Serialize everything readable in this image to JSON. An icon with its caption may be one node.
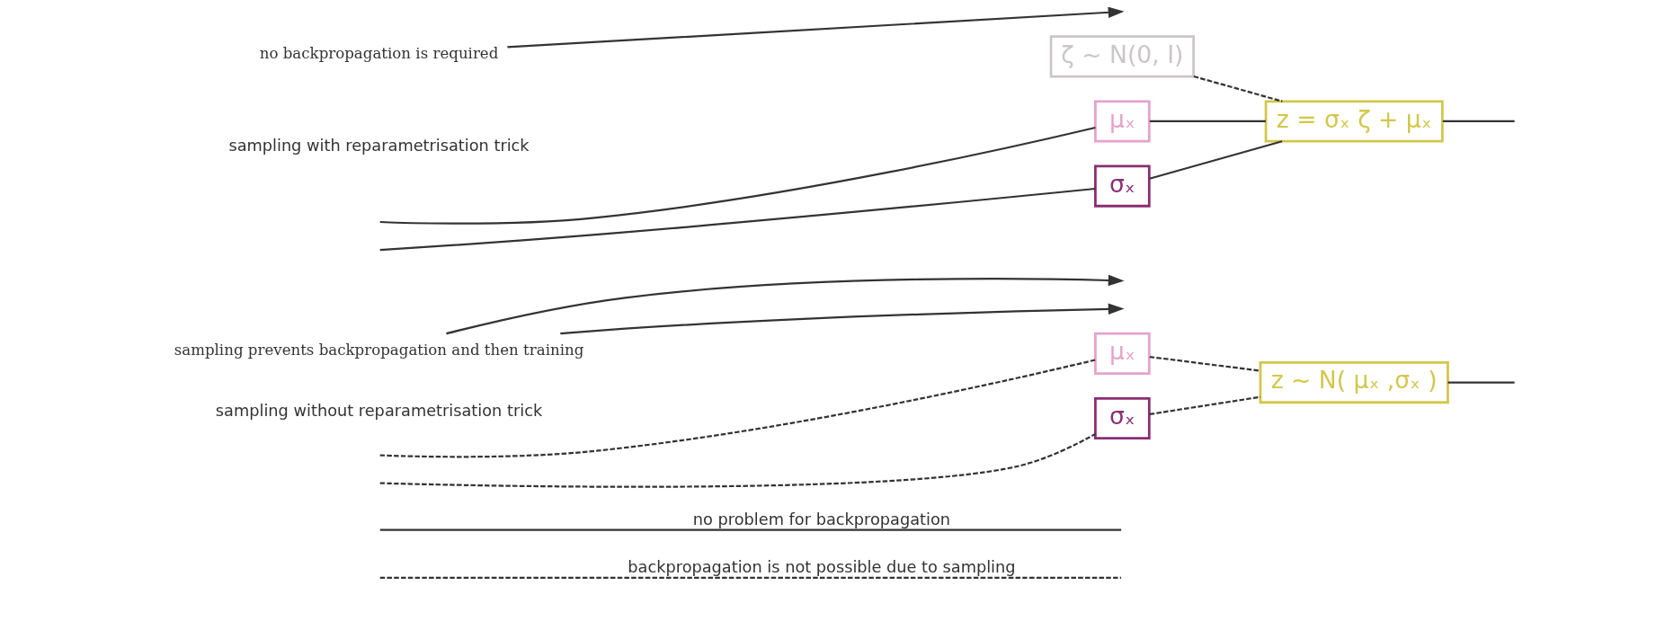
{
  "diagram": {
    "nodes": [
      {
        "text": [
          "μₓ"
        ]
      },
      {
        "text": [
          "σₓ"
        ]
      },
      {
        "text": [
          "z ~ N( μₓ ,σₓ )"
        ]
      },
      {
        "text": [
          "sampling prevents backpropagation and then training"
        ]
      },
      {
        "text": [
          "ζ ~ N(0, I)"
        ]
      },
      {
        "text": [
          "μₓ"
        ]
      },
      {
        "text": [
          "σₓ"
        ]
      },
      {
        "text": [
          "z = σₓ ζ + μₓ"
        ]
      },
      {
        "text": [
          "no backpropagation is required"
        ]
      }
    ],
    "edges": [
      {
        "from": null,
        "to": 0,
        "arrow": "none",
        "style": "dashed"
      },
      {
        "from": null,
        "to": 1,
        "arrow": "none",
        "style": "dashed"
      },
      {
        "from": 0,
        "to": 2,
        "arrow": "none",
        "style": "dashed"
      },
      {
        "from": 1,
        "to": 2,
        "arrow": "none",
        "style": "dashed"
      },
      {
        "from": 2,
        "to": null,
        "arrow": "none"
      },
      {
        "from": 3,
        "to": null,
        "arrow": "to"
      },
      {
        "from": 3,
        "to": null,
        "arrow": "to"
      },
      {
        "from": 4,
        "to": 7,
        "arrow": "none",
        "style": "dashed"
      },
      {
        "from": null,
        "to": 5,
        "arrow": "none"
      },
      {
        "from": null,
        "to": 6,
        "arrow": "none"
      },
      {
        "from": 5,
        "to": 7,
        "arrow": "none"
      },
      {
        "from": 6,
        "to": 7,
        "arrow": "none"
      },
      {
        "from": 7,
        "to": null,
        "arrow": "none"
      },
      {
        "from": 8,
        "to": null,
        "arrow": "to"
      }
    ],
    "labels": [
      "sampling without reparametrisation trick",
      "sampling with reparametrisation trick"
    ],
    "legend": [
      {
        "text": "no problem for backpropagation"
      },
      {
        "text": "backpropagation is not possible due to sampling"
      }
    ]
  }
}
